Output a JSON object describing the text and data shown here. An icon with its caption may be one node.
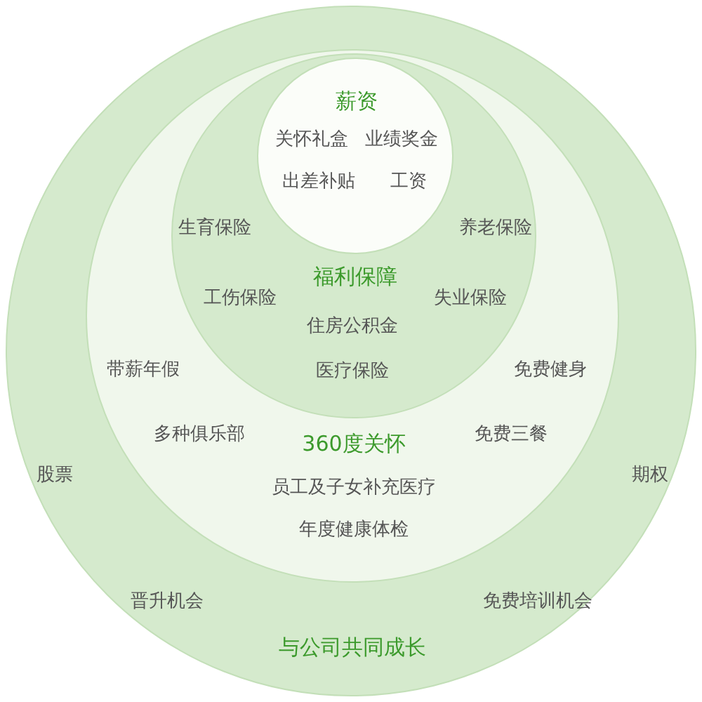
{
  "diagram": {
    "nodes": [
      {
        "text": [
          "与公司共同成长",
          "股票",
          "期权",
          "晋升机会",
          "免费培训机会"
        ]
      },
      {
        "text": [
          "360度关怀",
          "带薪年假",
          "免费健身",
          "多种俱乐部",
          "免费三餐",
          "员工及子女补充医疗",
          "年度健康体检"
        ],
        "in": 0
      },
      {
        "text": [
          "福利保障",
          "生育保险",
          "养老保险",
          "工伤保险",
          "失业保险",
          "住房公积金",
          "医疗保险"
        ],
        "in": 1
      },
      {
        "text": [
          "薪资",
          "关怀礼盒",
          "业绩奖金",
          "出差补贴",
          "工资"
        ],
        "in": 2
      }
    ]
  }
}
